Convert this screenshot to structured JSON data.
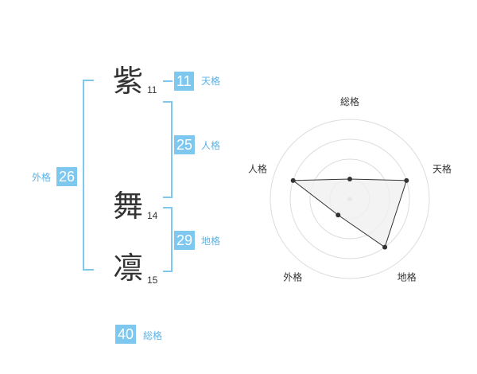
{
  "name_chars": [
    {
      "char": "紫",
      "strokes": "11"
    },
    {
      "char": "舞",
      "strokes": "14"
    },
    {
      "char": "凛",
      "strokes": "15"
    }
  ],
  "kaku": {
    "tenkaku": {
      "value": "11",
      "label": "天格"
    },
    "jinkaku": {
      "value": "25",
      "label": "人格"
    },
    "chikaku": {
      "value": "29",
      "label": "地格"
    },
    "gaikaku": {
      "value": "26",
      "label": "外格"
    },
    "soukaku": {
      "value": "40",
      "label": "総格"
    }
  },
  "radar": {
    "labels": [
      "総格",
      "天格",
      "地格",
      "外格",
      "人格"
    ],
    "levels": 4,
    "max": 4,
    "values": [
      1,
      3,
      3,
      1,
      3
    ],
    "colors": {
      "ring": "#dddddd",
      "fill": "#f0f0f0",
      "line": "#333333",
      "point": "#333333"
    }
  }
}
